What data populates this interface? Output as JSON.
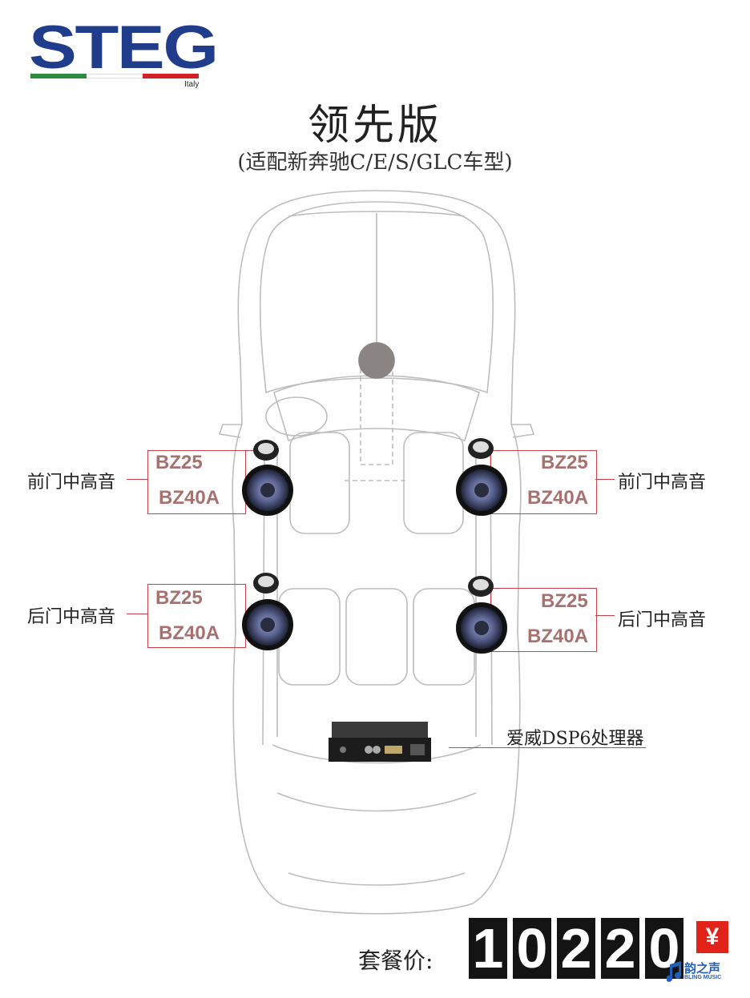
{
  "brand": {
    "name": "STEG",
    "sub": "Italy",
    "color": "#1f3d8a",
    "flag_colors": [
      "#2e8a3e",
      "#ffffff",
      "#d32027"
    ]
  },
  "title": "领先版",
  "subtitle": "(适配新奔驰C/E/S/GLC车型)",
  "speakers": {
    "front_left": {
      "position": "前门中高音",
      "tweeter": "BZ25",
      "midrange": "BZ40A"
    },
    "front_right": {
      "position": "前门中高音",
      "tweeter": "BZ25",
      "midrange": "BZ40A"
    },
    "rear_left": {
      "position": "后门中高音",
      "tweeter": "BZ25",
      "midrange": "BZ40A"
    },
    "rear_right": {
      "position": "后门中高音",
      "tweeter": "BZ25",
      "midrange": "BZ40A"
    }
  },
  "processor": {
    "label": "爱威DSP6处理器"
  },
  "price": {
    "label": "套餐价:",
    "digits": [
      "1",
      "0",
      "2",
      "2",
      "0"
    ],
    "currency": "¥"
  },
  "watermark": {
    "cn": "韵之声",
    "en": "BLING MUSIC",
    "color": "#2060b8"
  },
  "accent_color": "#c9424a",
  "model_text_color": "#a7716f"
}
